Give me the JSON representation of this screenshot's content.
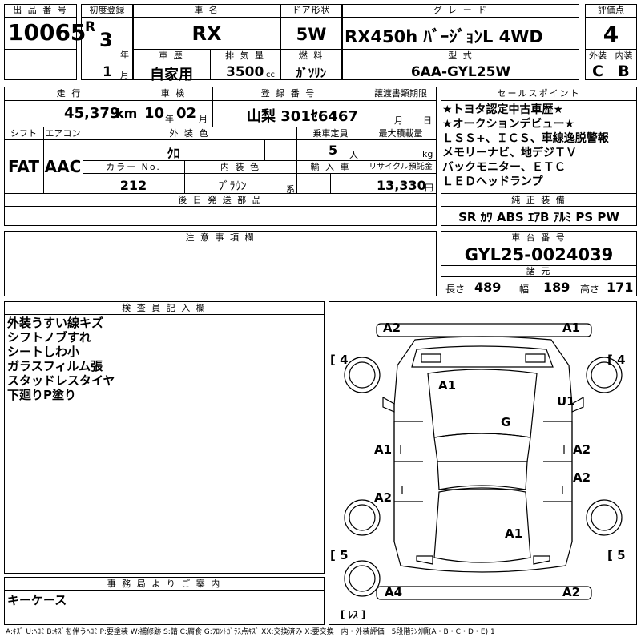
{
  "header": {
    "lot_no_label": "出 品 番 号",
    "lot_no": "10065",
    "first_reg_label": "初度登録",
    "era": "R",
    "year": "3",
    "year_unit": "年",
    "month": "1",
    "month_unit": "月",
    "car_name_label": "車 名",
    "car_name": "RX",
    "history_label": "車 歴",
    "history": "自家用",
    "displacement_label": "排 気 量",
    "displacement": "3500",
    "displacement_unit": "cc",
    "door_label": "ドア形状",
    "door": "5W",
    "fuel_label": "燃 料",
    "fuel": "ｶﾞｿﾘﾝ",
    "grade_label": "グ レ ー ド",
    "grade": "RX450h ﾊﾞｰｼﾞｮﾝL 4WD",
    "model_label": "型 式",
    "model": "6AA-GYL25W",
    "score_label": "評価点",
    "score": "4",
    "ext_label": "外装",
    "ext": "C",
    "int_label": "内装",
    "int": "B"
  },
  "row2": {
    "mileage_label": "走 行",
    "mileage": "45,379",
    "mileage_unit": "km",
    "inspection_label": "車 検",
    "insp_year": "10",
    "insp_year_unit": "年",
    "insp_month": "02",
    "insp_month_unit": "月",
    "plate_label": "登 録 番 号",
    "plate": "山梨 301ｾ6467",
    "transfer_label": "譲渡書類期限",
    "transfer_month_unit": "月",
    "transfer_day_unit": "日",
    "shift_label": "シフト",
    "shift": "FAT",
    "ac_label": "エアコン",
    "ac": "AAC",
    "color_label": "外 装 色",
    "color": "ｸﾛ",
    "capacity_label": "乗車定員",
    "capacity": "5",
    "capacity_unit": "人",
    "load_label": "最大積載量",
    "load_unit": "kg",
    "color_no_label": "カラー No.",
    "color_no": "212",
    "interior_color_label": "内 装 色",
    "interior_color": "ﾌﾞﾗｳﾝ",
    "interior_color_unit": "系",
    "import_label": "輸 入 車",
    "recycle_label": "リサイクル預託金",
    "recycle": "13,330",
    "recycle_unit": "円",
    "later_parts_label": "後 日 発 送 部 品"
  },
  "sales_points": {
    "label": "セールスポイント",
    "lines": [
      "★トヨタ認定中古車歴★",
      "★オークションデビュー★",
      "ＬＳＳ+、ＩＣＳ、車線逸脱警報",
      "メモリーナビ、地デジＴＶ",
      "バックモニター、ＥＴＣ",
      "ＬＥＤヘッドランプ"
    ]
  },
  "equipment": {
    "label": "純 正 装 備",
    "value": "SR ｶﾜ ABS ｴｱB ｱﾙﾐ PS PW"
  },
  "notes": {
    "label": "注 意 事 項 欄"
  },
  "chassis": {
    "label": "車 台 番 号",
    "value": "GYL25-0024039",
    "dims_label": "諸 元",
    "length_label": "長さ",
    "length": "489",
    "width_label": "幅",
    "width": "189",
    "height_label": "高さ",
    "height": "171"
  },
  "inspector": {
    "label": "検 査 員 記 入 欄",
    "lines": [
      "外装うすい線キズ",
      "シフトノブすれ",
      "シートしわ小",
      "ガラスフィルム張",
      "スタッドレスタイヤ",
      "下廻りP塗り"
    ]
  },
  "office": {
    "label": "事 務 局 よ り ご 案 内",
    "lines": [
      "キーケース"
    ]
  },
  "diagram": {
    "marks": {
      "front_left": "A2",
      "front_right": "A1",
      "hood": "A1",
      "right_fender": "U1",
      "roof_glass": "G",
      "left_front_door": "A1",
      "right_front_door": "A2",
      "left_rear_door": "A2",
      "right_rear_door": "A2",
      "rear_gate": "A1",
      "rear_left": "A4",
      "rear_right": "A2"
    },
    "tread": {
      "front_left": "4",
      "front_right": "4",
      "rear_left": "5",
      "rear_right": "5"
    },
    "spare": "ﾚｽ"
  },
  "legend": "A:ｷｽﾞ U:ﾍｺﾐ B:ｷｽﾞを伴うﾍｺﾐ P:要塗装 W:補修跡 S:錆 C:腐食 G:ﾌﾛﾝﾄｶﾞﾗｽ点ｷｽﾞ XX:交換済み X:要交換　内・外装評価　5段階ﾗﾝｸ順(A・B・C・D・E) 1"
}
